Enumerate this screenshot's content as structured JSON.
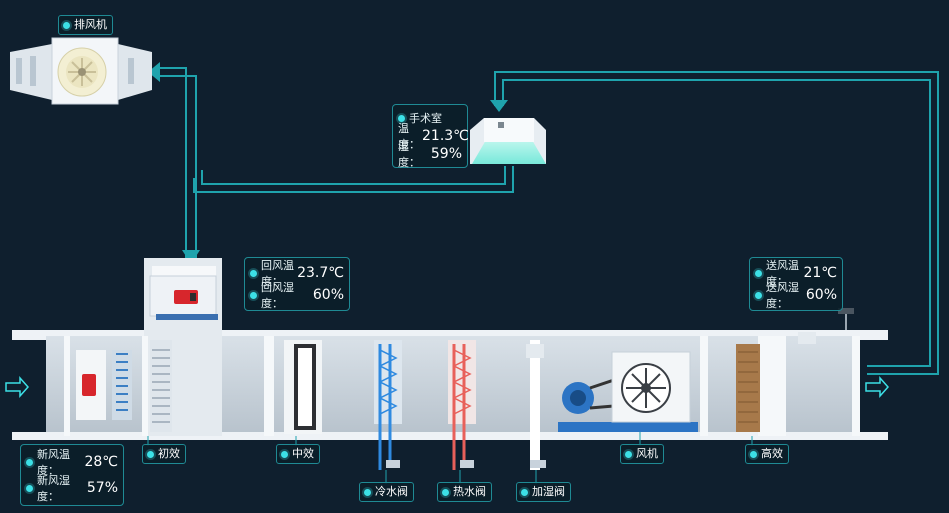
{
  "exhaust_fan": {
    "label": "排风机"
  },
  "operating_room": {
    "title": "手术室",
    "temp_label": "温度：",
    "temp_value": "21.3℃",
    "humidity_label": "湿度：",
    "humidity_value": "59%"
  },
  "return_air": {
    "temp_label": "回风温度：",
    "temp_value": "23.7℃",
    "humidity_label": "回风湿度：",
    "humidity_value": "60%"
  },
  "supply_air": {
    "temp_label": "送风温度：",
    "temp_value": "21℃",
    "humidity_label": "送风湿度：",
    "humidity_value": "60%"
  },
  "fresh_air": {
    "temp_label": "新风温度：",
    "temp_value": "28℃",
    "humidity_label": "新风湿度：",
    "humidity_value": "57%"
  },
  "components": {
    "primary_filter": "初效",
    "medium_filter": "中效",
    "cold_valve": "冷水阀",
    "hot_valve": "热水阀",
    "humidifier_valve": "加湿阀",
    "fan": "风机",
    "hepa_filter": "高效"
  },
  "colors": {
    "background": "#0f1f2e",
    "pipe": "#1fa3ad",
    "accent": "#3ce0e6",
    "cold_coil": "#2f8ae0",
    "hot_coil": "#e8605a"
  }
}
